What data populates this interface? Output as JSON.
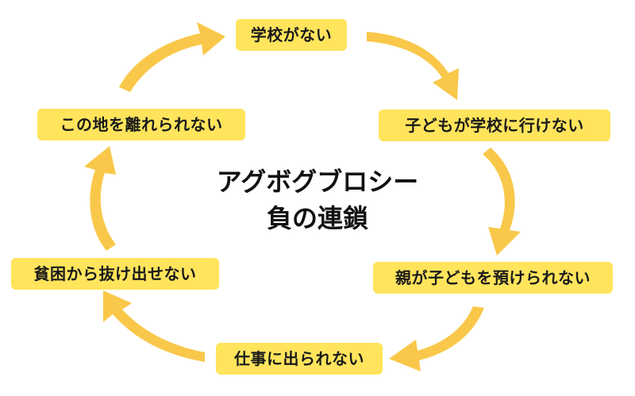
{
  "colors": {
    "box_fill": "#ffe45c",
    "arrow_fill": "#f9c84a",
    "text": "#1a1a1a",
    "background": "#ffffff"
  },
  "center": {
    "line1": "アグボグブロシー",
    "line2": "負の連鎖"
  },
  "cycle": [
    {
      "id": "school",
      "label": "学校がない"
    },
    {
      "id": "child",
      "label": "子どもが学校に行けない"
    },
    {
      "id": "parent",
      "label": "親が子どもを預けられない"
    },
    {
      "id": "work",
      "label": "仕事に出られない"
    },
    {
      "id": "poverty",
      "label": "貧困から抜け出せない"
    },
    {
      "id": "stay",
      "label": "この地を離れられない"
    }
  ]
}
